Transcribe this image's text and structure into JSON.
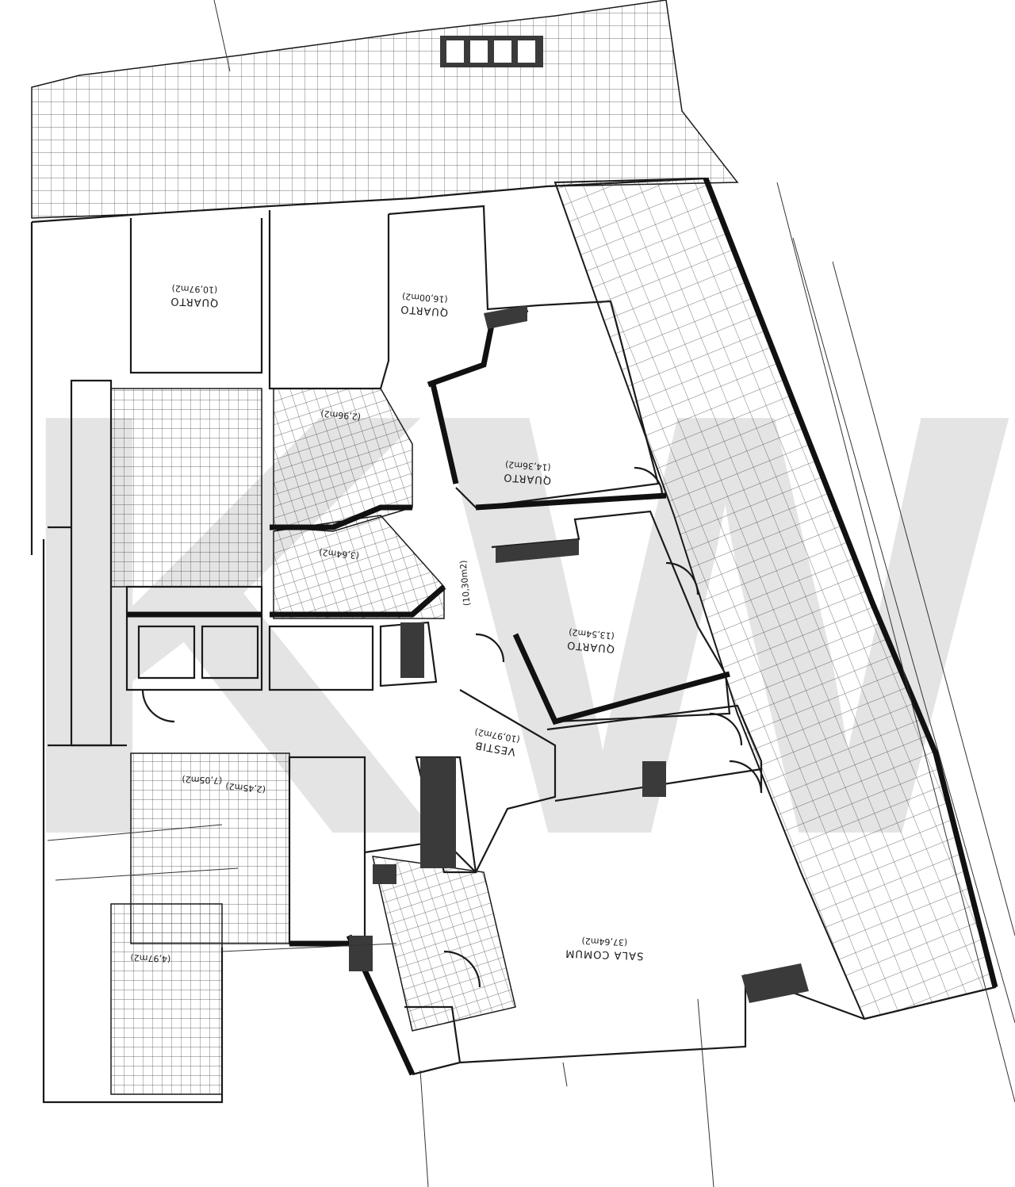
{
  "watermark": {
    "text": "KW",
    "color": "#d6d6d6"
  },
  "rooms": [
    {
      "id": "quarto-1",
      "label": "QUARTO",
      "area": "(10,97m2)"
    },
    {
      "id": "quarto-2",
      "label": "QUARTO",
      "area": "(16,00m2)"
    },
    {
      "id": "quarto-3",
      "label": "QUARTO",
      "area": "(14,36m2)"
    },
    {
      "id": "quarto-4",
      "label": "QUARTO",
      "area": "(13,54m2)"
    },
    {
      "id": "vestib",
      "label": "VESTIB",
      "area": "(10,97m2)"
    },
    {
      "id": "sala",
      "label": "SALA COMUM",
      "area": "(37,64m2)"
    },
    {
      "id": "wc-1",
      "label": "",
      "area": "(2,96m2)"
    },
    {
      "id": "wc-2",
      "label": "",
      "area": "(3,64m2)"
    },
    {
      "id": "wc-3",
      "label": "",
      "area": "(4,97m2)"
    },
    {
      "id": "corridor",
      "label": "",
      "area": "(10,30m2)"
    },
    {
      "id": "service-1",
      "label": "",
      "area": "(2,45m2)"
    },
    {
      "id": "service-2",
      "label": "",
      "area": "(7,05m2)"
    }
  ],
  "colors": {
    "ink": "#1a1a1a",
    "fill_dark": "#3a3a3a",
    "paper": "#ffffff"
  }
}
